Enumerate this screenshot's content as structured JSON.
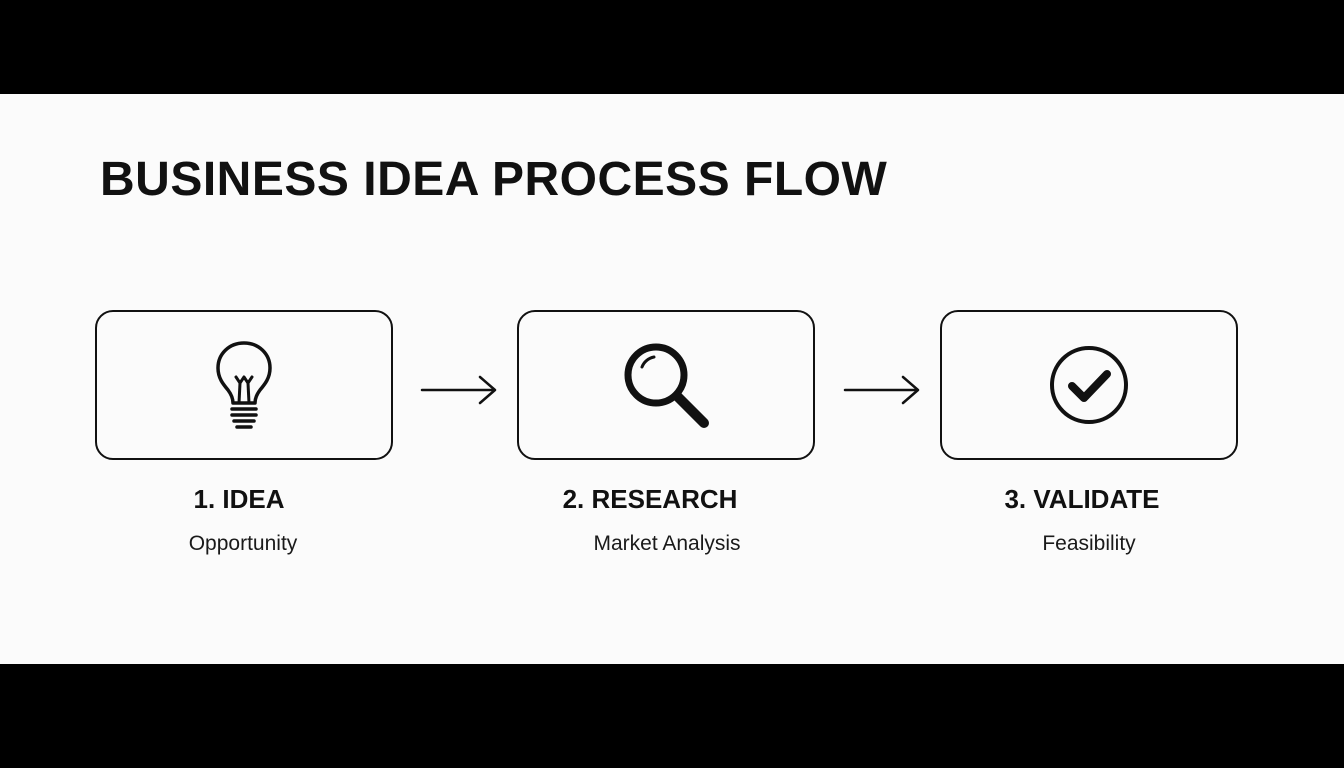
{
  "title": "BUSINESS IDEA PROCESS FLOW",
  "colors": {
    "background": "#fbfbfb",
    "letterbox": "#000000",
    "ink": "#111111"
  },
  "steps": [
    {
      "label": "1. IDEA",
      "subtitle": "Opportunity",
      "icon": "lightbulb-icon"
    },
    {
      "label": "2. RESEARCH",
      "subtitle": "Market Analysis",
      "icon": "magnifying-glass-icon"
    },
    {
      "label": "3. VALIDATE",
      "subtitle": "Feasibility",
      "icon": "checkmark-circle-icon"
    }
  ],
  "connectors": [
    {
      "from": "1. IDEA",
      "to": "2. RESEARCH",
      "icon": "arrow-right-icon"
    },
    {
      "from": "2. RESEARCH",
      "to": "3. VALIDATE",
      "icon": "arrow-right-icon"
    }
  ]
}
